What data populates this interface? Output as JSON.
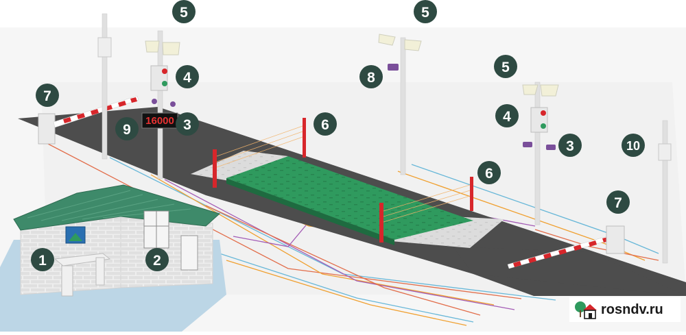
{
  "scoreboard": {
    "value": "16000"
  },
  "markers": [
    {
      "n": "1"
    },
    {
      "n": "2"
    },
    {
      "n": "3"
    },
    {
      "n": "3"
    },
    {
      "n": "4"
    },
    {
      "n": "4"
    },
    {
      "n": "5"
    },
    {
      "n": "5"
    },
    {
      "n": "5"
    },
    {
      "n": "6"
    },
    {
      "n": "6"
    },
    {
      "n": "7"
    },
    {
      "n": "7"
    },
    {
      "n": "8"
    },
    {
      "n": "9"
    },
    {
      "n": "10"
    }
  ],
  "watermark": {
    "text": "rosndv.ru"
  },
  "colors": {
    "road": "#4a4a4a",
    "scale_green": "#2f9a5e",
    "marker": "#2e4a42",
    "barrier_red": "#d7262b",
    "roof": "#3e8a6a"
  }
}
